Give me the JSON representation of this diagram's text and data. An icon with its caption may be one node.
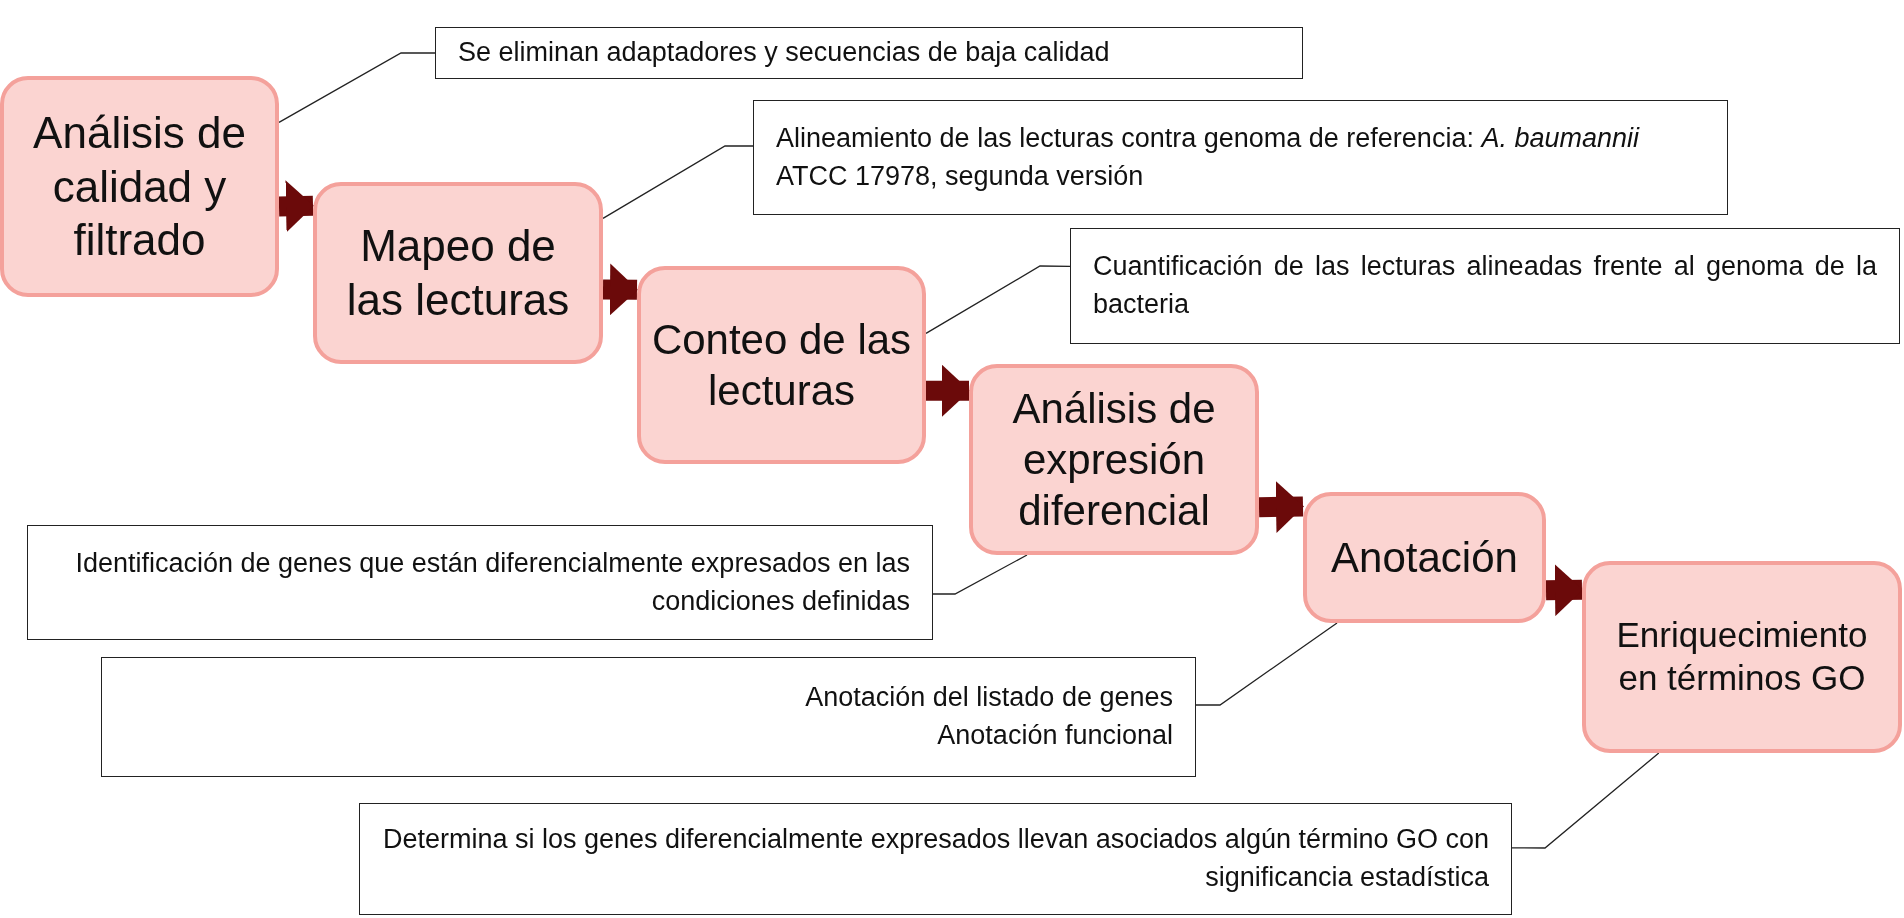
{
  "diagram": {
    "nodes": [
      {
        "text": [
          "Análisis de calidad y filtrado"
        ]
      },
      {
        "text": [
          "Mapeo de las lecturas"
        ]
      },
      {
        "text": [
          "Conteo de las lecturas"
        ]
      },
      {
        "text": [
          "Análisis de expresión diferencial"
        ]
      },
      {
        "text": [
          "Anotación"
        ]
      },
      {
        "text": [
          "Enriquecimiento en términos GO"
        ]
      },
      {
        "text": [
          "Se eliminan adaptadores y secuencias de baja calidad"
        ]
      },
      {
        "text": [
          "Alineamiento de las lecturas contra genoma de referencia: *A. baumannii* ATCC 17978, segunda versión"
        ]
      },
      {
        "text": [
          "Cuantificación de las lecturas alineadas frente al genoma de la bacteria"
        ]
      },
      {
        "text": [
          "Identificación de genes que están diferencialmente expresados en las condiciones definidas"
        ]
      },
      {
        "text": [
          "Anotación del listado de genes",
          "Anotación funcional"
        ]
      },
      {
        "text": [
          "Determina si los genes diferencialmente expresados llevan asociados algún término GO con significancia estadística"
        ]
      }
    ],
    "edges": [
      {
        "from": 0,
        "to": 1,
        "arrow": "to",
        "style": "thick",
        "color": "#6b0a0a"
      },
      {
        "from": 1,
        "to": 2,
        "arrow": "to",
        "style": "thick",
        "color": "#6b0a0a"
      },
      {
        "from": 2,
        "to": 3,
        "arrow": "to",
        "style": "thick",
        "color": "#6b0a0a"
      },
      {
        "from": 3,
        "to": 4,
        "arrow": "to",
        "style": "thick",
        "color": "#6b0a0a"
      },
      {
        "from": 4,
        "to": 5,
        "arrow": "to",
        "style": "thick",
        "color": "#6b0a0a"
      },
      {
        "from": 6,
        "to": 0,
        "arrow": "none"
      },
      {
        "from": 7,
        "to": 1,
        "arrow": "none"
      },
      {
        "from": 8,
        "to": 2,
        "arrow": "none"
      },
      {
        "from": 9,
        "to": 3,
        "arrow": "none"
      },
      {
        "from": 10,
        "to": 4,
        "arrow": "none"
      },
      {
        "from": 11,
        "to": 5,
        "arrow": "none"
      }
    ]
  }
}
